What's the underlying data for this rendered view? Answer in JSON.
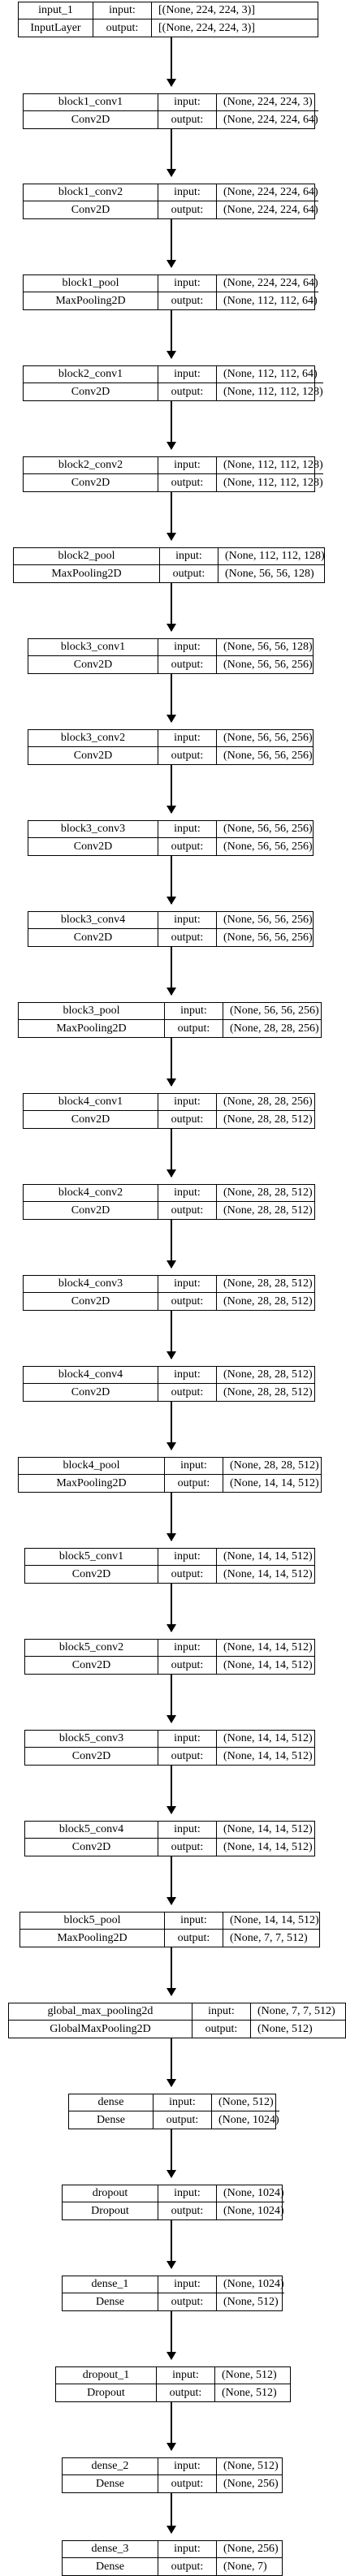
{
  "labels": {
    "input": "input:",
    "output": "output:"
  },
  "layers": [
    {
      "name": "input_1",
      "type": "InputLayer",
      "input": "[(None, 224, 224, 3)]",
      "output": "[(None, 224, 224, 3)]"
    },
    {
      "name": "block1_conv1",
      "type": "Conv2D",
      "input": "(None, 224, 224, 3)",
      "output": "(None, 224, 224, 64)"
    },
    {
      "name": "block1_conv2",
      "type": "Conv2D",
      "input": "(None, 224, 224, 64)",
      "output": "(None, 224, 224, 64)"
    },
    {
      "name": "block1_pool",
      "type": "MaxPooling2D",
      "input": "(None, 224, 224, 64)",
      "output": "(None, 112, 112, 64)"
    },
    {
      "name": "block2_conv1",
      "type": "Conv2D",
      "input": "(None, 112, 112, 64)",
      "output": "(None, 112, 112, 128)"
    },
    {
      "name": "block2_conv2",
      "type": "Conv2D",
      "input": "(None, 112, 112, 128)",
      "output": "(None, 112, 112, 128)"
    },
    {
      "name": "block2_pool",
      "type": "MaxPooling2D",
      "input": "(None, 112, 112, 128)",
      "output": "(None, 56, 56, 128)"
    },
    {
      "name": "block3_conv1",
      "type": "Conv2D",
      "input": "(None, 56, 56, 128)",
      "output": "(None, 56, 56, 256)"
    },
    {
      "name": "block3_conv2",
      "type": "Conv2D",
      "input": "(None, 56, 56, 256)",
      "output": "(None, 56, 56, 256)"
    },
    {
      "name": "block3_conv3",
      "type": "Conv2D",
      "input": "(None, 56, 56, 256)",
      "output": "(None, 56, 56, 256)"
    },
    {
      "name": "block3_conv4",
      "type": "Conv2D",
      "input": "(None, 56, 56, 256)",
      "output": "(None, 56, 56, 256)"
    },
    {
      "name": "block3_pool",
      "type": "MaxPooling2D",
      "input": "(None, 56, 56, 256)",
      "output": "(None, 28, 28, 256)"
    },
    {
      "name": "block4_conv1",
      "type": "Conv2D",
      "input": "(None, 28, 28, 256)",
      "output": "(None, 28, 28, 512)"
    },
    {
      "name": "block4_conv2",
      "type": "Conv2D",
      "input": "(None, 28, 28, 512)",
      "output": "(None, 28, 28, 512)"
    },
    {
      "name": "block4_conv3",
      "type": "Conv2D",
      "input": "(None, 28, 28, 512)",
      "output": "(None, 28, 28, 512)"
    },
    {
      "name": "block4_conv4",
      "type": "Conv2D",
      "input": "(None, 28, 28, 512)",
      "output": "(None, 28, 28, 512)"
    },
    {
      "name": "block4_pool",
      "type": "MaxPooling2D",
      "input": "(None, 28, 28, 512)",
      "output": "(None, 14, 14, 512)"
    },
    {
      "name": "block5_conv1",
      "type": "Conv2D",
      "input": "(None, 14, 14, 512)",
      "output": "(None, 14, 14, 512)"
    },
    {
      "name": "block5_conv2",
      "type": "Conv2D",
      "input": "(None, 14, 14, 512)",
      "output": "(None, 14, 14, 512)"
    },
    {
      "name": "block5_conv3",
      "type": "Conv2D",
      "input": "(None, 14, 14, 512)",
      "output": "(None, 14, 14, 512)"
    },
    {
      "name": "block5_conv4",
      "type": "Conv2D",
      "input": "(None, 14, 14, 512)",
      "output": "(None, 14, 14, 512)"
    },
    {
      "name": "block5_pool",
      "type": "MaxPooling2D",
      "input": "(None, 14, 14, 512)",
      "output": "(None, 7, 7, 512)"
    },
    {
      "name": "global_max_pooling2d",
      "type": "GlobalMaxPooling2D",
      "input": "(None, 7, 7, 512)",
      "output": "(None, 512)"
    },
    {
      "name": "dense",
      "type": "Dense",
      "input": "(None, 512)",
      "output": "(None, 1024)"
    },
    {
      "name": "dropout",
      "type": "Dropout",
      "input": "(None, 1024)",
      "output": "(None, 1024)"
    },
    {
      "name": "dense_1",
      "type": "Dense",
      "input": "(None, 1024)",
      "output": "(None, 512)"
    },
    {
      "name": "dropout_1",
      "type": "Dropout",
      "input": "(None, 512)",
      "output": "(None, 512)"
    },
    {
      "name": "dense_2",
      "type": "Dense",
      "input": "(None, 512)",
      "output": "(None, 256)"
    },
    {
      "name": "dense_3",
      "type": "Dense",
      "input": "(None, 256)",
      "output": "(None, 7)"
    }
  ]
}
